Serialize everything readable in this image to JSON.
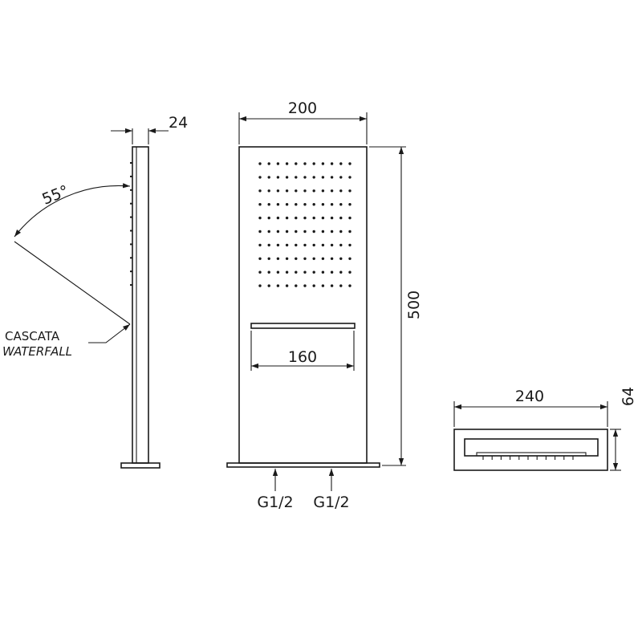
{
  "dimensions": {
    "depth": "24",
    "width": "200",
    "height": "500",
    "inner_width": "160",
    "base_width": "240",
    "base_height": "64",
    "angle": "55°"
  },
  "labels": {
    "cascata": "CASCATA",
    "waterfall": "WATERFALL",
    "inlet_left": "G1/2",
    "inlet_right": "G1/2"
  }
}
